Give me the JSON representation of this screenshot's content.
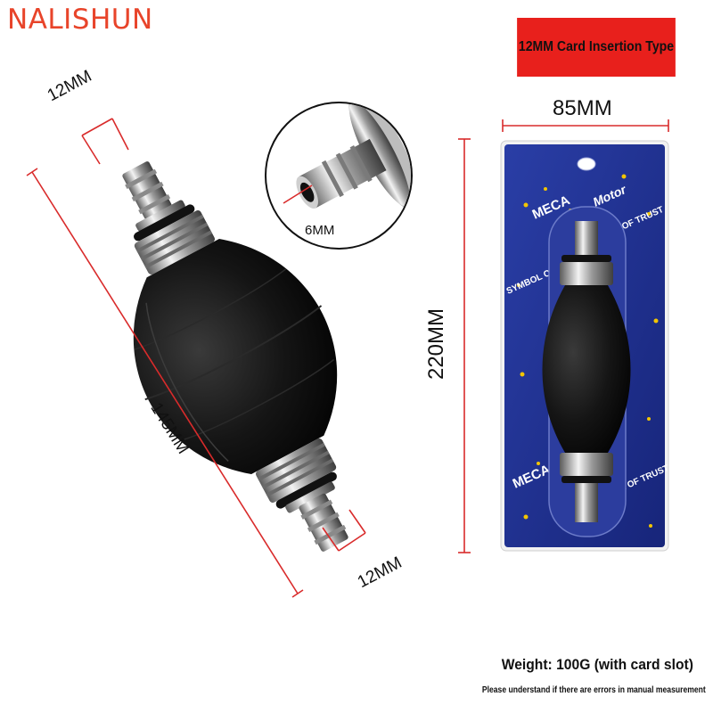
{
  "brand": {
    "name": "NALISHUN",
    "color": "#e8442a"
  },
  "badge": {
    "label": "12MM Card Insertion Type",
    "color": "#e8201c"
  },
  "dimensions": {
    "top_nozzle": "12MM",
    "bottom_nozzle": "12MM",
    "inner_bore": "6MM",
    "length": "145MM",
    "card_width": "85MM",
    "card_height": "220MM"
  },
  "package": {
    "brand_text": "MECA",
    "script_text": "Motor",
    "slogan": "SYMBOL OF TRUST",
    "background_color": "#1e2f8f"
  },
  "info": {
    "weight": "Weight: 100G (with card slot)",
    "notice": "Please understand if there are errors in manual measurement"
  },
  "colors": {
    "dimension_line": "#d92b2b",
    "bulb": "#151515"
  }
}
